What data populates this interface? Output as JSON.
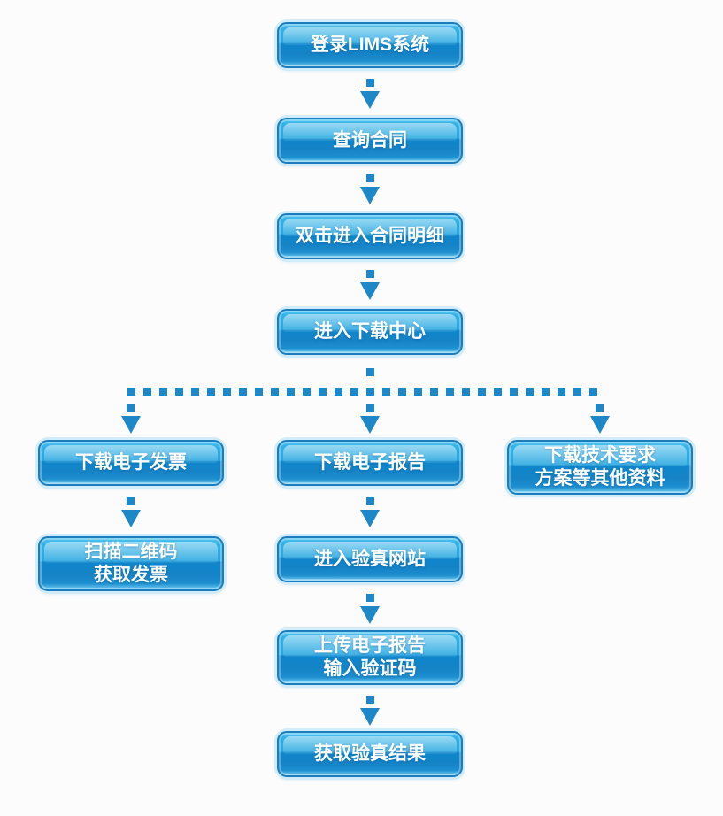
{
  "page": {
    "background": "#fcfcfc"
  },
  "palette": {
    "arrow_blue": "#1e87c8",
    "node_top_blue": "#33b2e7",
    "node_bottom_blue": "#1583c6",
    "node_border_blue": "#1b7cbe",
    "node_outer_glow": "#d1ebf9",
    "node_text": "#ffffff"
  },
  "flow": {
    "main_path": [
      {
        "id": "login-lims",
        "label": "登录LIMS系统"
      },
      {
        "id": "query-contract",
        "label": "查询合同"
      },
      {
        "id": "contract-detail",
        "label": "双击进入合同明细"
      },
      {
        "id": "download-center",
        "label": "进入下载中心"
      }
    ],
    "branch_invoice": [
      {
        "id": "download-invoice",
        "label": "下载电子发票"
      },
      {
        "id": "scan-qrcode",
        "label": "扫描二维码\n获取发票"
      }
    ],
    "branch_report": [
      {
        "id": "download-report",
        "label": "下载电子报告"
      },
      {
        "id": "verify-site",
        "label": "进入验真网站"
      },
      {
        "id": "upload-report",
        "label": "上传电子报告\n输入验证码"
      },
      {
        "id": "verify-result",
        "label": "获取验真结果"
      }
    ],
    "branch_other": [
      {
        "id": "download-other-docs",
        "label": "下载技术要求\n方案等其他资料"
      }
    ]
  }
}
